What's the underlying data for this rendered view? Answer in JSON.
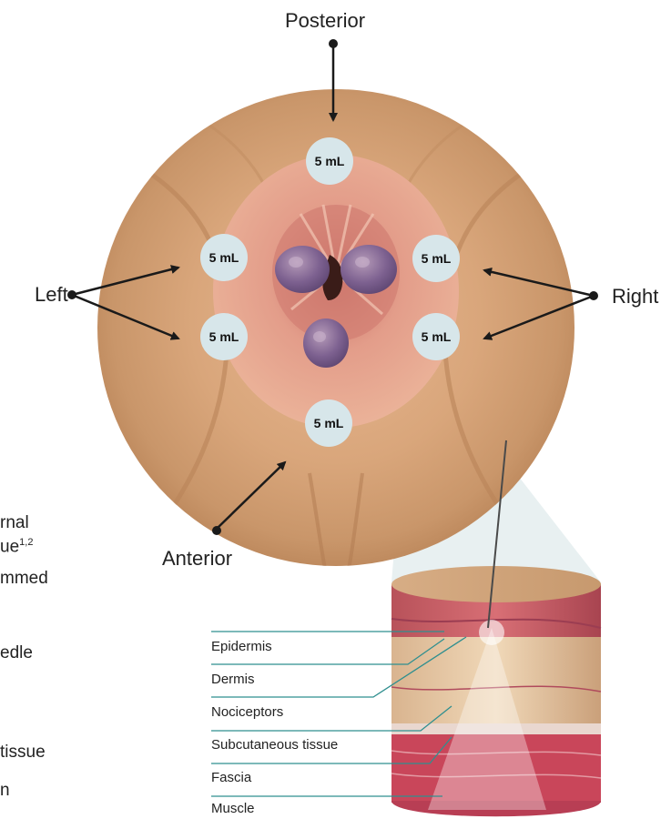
{
  "directions": {
    "posterior": "Posterior",
    "left": "Left",
    "right": "Right",
    "anterior": "Anterior"
  },
  "injection_sites": [
    {
      "dose": "5 mL"
    },
    {
      "dose": "5 mL"
    },
    {
      "dose": "5 mL"
    },
    {
      "dose": "5 mL"
    },
    {
      "dose": "5 mL"
    },
    {
      "dose": "5 mL"
    }
  ],
  "tissue_layers": [
    "Epidermis",
    "Dermis",
    "Nociceptors",
    "Subcutaneous tissue",
    "Fascia",
    "Muscle"
  ],
  "cut_off_text": [
    {
      "text": "rnal"
    },
    {
      "text": "ue",
      "sup": "1,2"
    },
    {
      "text": "mmed"
    },
    {
      "text": "edle"
    },
    {
      "text": "tissue"
    },
    {
      "text": "n"
    }
  ],
  "colors": {
    "skin_outer": "#c99a6c",
    "skin_inner": "#dfae86",
    "mucosa": "#d9877a",
    "marker_fill": "#d7e6ea",
    "leader_line": "#2f8f8f",
    "arrow": "#1a1a1a"
  }
}
